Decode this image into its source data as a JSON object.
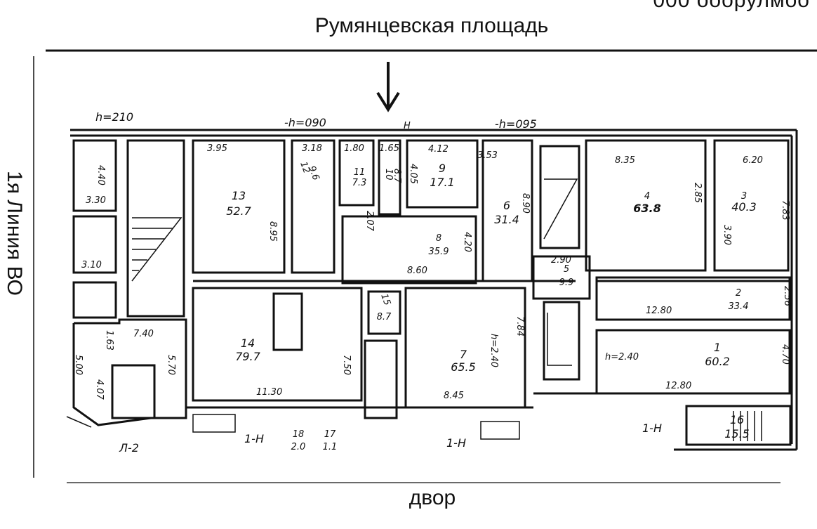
{
  "header": {
    "cut_text": "000 ооорулмоо",
    "street": "Румянцевская площадь"
  },
  "side_label": "1я Линия ВО",
  "bottom_label": "двор",
  "heights": [
    "h=210",
    "-h=090",
    "-h=095",
    "h=2.40",
    "h=2.40",
    "H"
  ],
  "entrances": [
    "1-H",
    "1-H",
    "1-H",
    "Л-2"
  ],
  "rooms": [
    {
      "num": "1",
      "area": "60.2"
    },
    {
      "num": "2",
      "area": "33.4"
    },
    {
      "num": "3",
      "area": "40.3"
    },
    {
      "num": "4",
      "area": "63.8"
    },
    {
      "num": "5",
      "area": "9.9"
    },
    {
      "num": "6",
      "area": "31.4"
    },
    {
      "num": "7",
      "area": "65.5"
    },
    {
      "num": "8",
      "area": "35.9"
    },
    {
      "num": "9",
      "area": "17.1"
    },
    {
      "num": "10",
      "area": "8.7"
    },
    {
      "num": "11",
      "area": "7.3"
    },
    {
      "num": "12",
      "area": "9.6"
    },
    {
      "num": "13",
      "area": "52.7"
    },
    {
      "num": "14",
      "area": "79.7"
    },
    {
      "num": "15",
      "area": "8.7"
    },
    {
      "num": "16",
      "area": "15.5"
    },
    {
      "num": "17",
      "area": "1.1"
    },
    {
      "num": "18",
      "area": "2.0"
    }
  ],
  "dims": [
    "3.95",
    "3.18",
    "1.80",
    "1.65",
    "4.12",
    "4.05",
    "3.53",
    "8.95",
    "2.07",
    "8.90",
    "4.20",
    "8.60",
    "8.35",
    "2.85",
    "6.20",
    "7.83",
    "3.90",
    "12.80",
    "2.56",
    "12.80",
    "4.70",
    "7.84",
    "8.45",
    "7.50",
    "11.30",
    "2.90",
    "4.40",
    "3.30",
    "3.10",
    "7.40",
    "1.63",
    "5.00",
    "5.70",
    "4.07"
  ]
}
